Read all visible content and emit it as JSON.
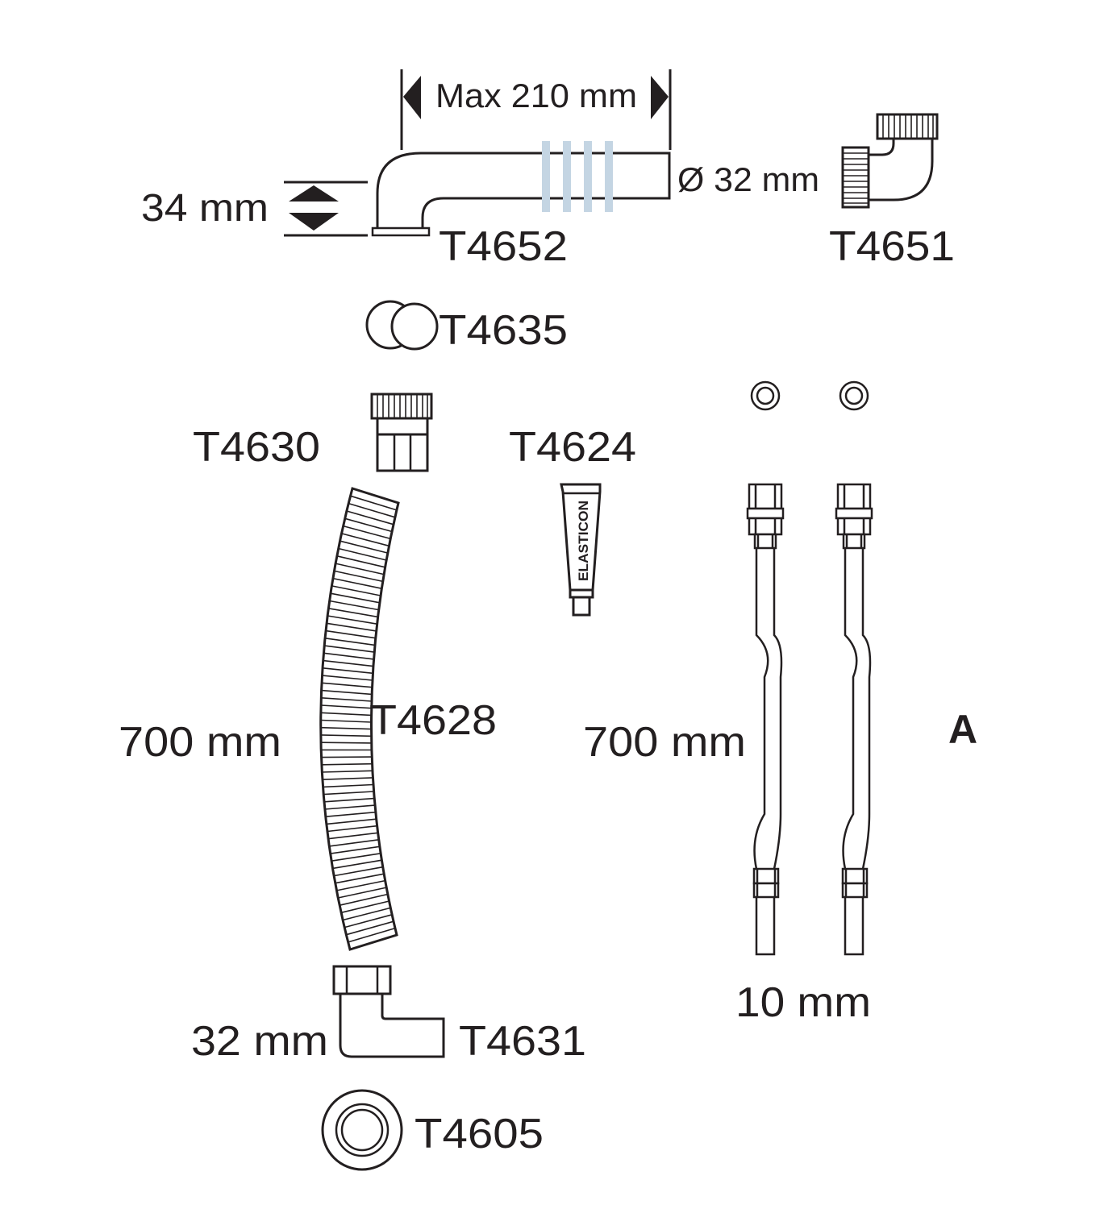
{
  "labels": {
    "max_dim": "Max 210 mm",
    "dia": "Ø 32 mm",
    "height": "34 mm",
    "t4652": "T4652",
    "t4651": "T4651",
    "t4635": "T4635",
    "t4630": "T4630",
    "t4624": "T4624",
    "tube_text": "ELASTICON",
    "t4628": "T4628",
    "len_left": "700 mm",
    "len_right": "700 mm",
    "letter": "A",
    "dia_small": "10 mm",
    "elbow_dim": "32 mm",
    "t4631": "T4631",
    "t4605": "T4605"
  },
  "colors": {
    "line": "#231f20",
    "stripe": "#c4d5e3",
    "background": "#ffffff"
  }
}
